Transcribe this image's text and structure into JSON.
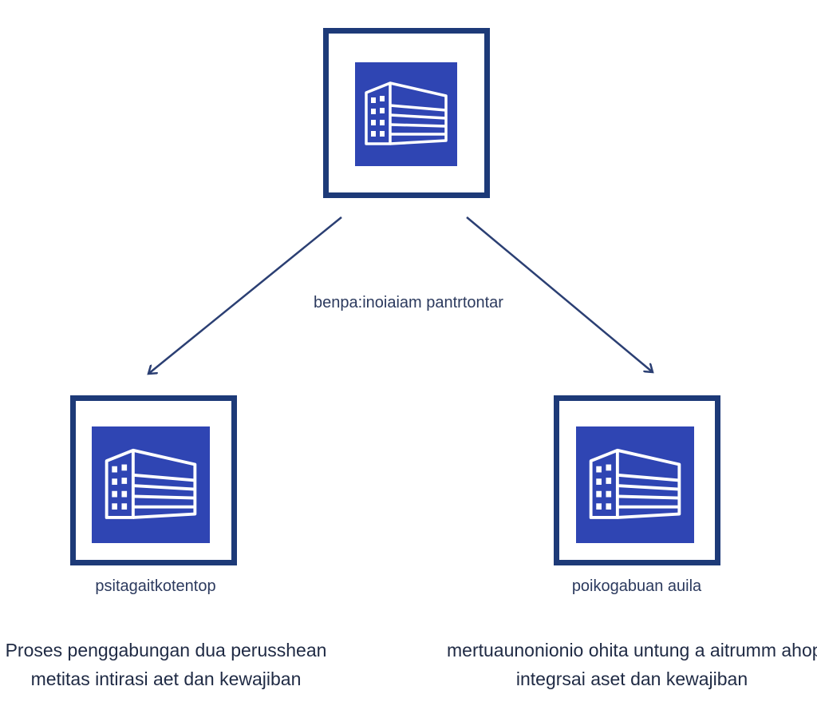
{
  "diagram": {
    "center_label": "benpa:inoiaiam pantrtontar",
    "top_node": {
      "icon": "office-building-icon"
    },
    "left_node": {
      "icon": "office-building-icon",
      "label": "psitagaitkotentop"
    },
    "right_node": {
      "icon": "office-building-icon",
      "label": "poikogabuan auila"
    },
    "left_description": {
      "line1": "Proses penggabungan dua perusshean",
      "line2": "metitas intirasi aet dan kewajiban"
    },
    "right_description": {
      "line1": "mertuaunonionio ohita untung a aitrumm ahop",
      "line2": "integrsai aset dan kewajiban"
    },
    "colors": {
      "frame": "#1d3a78",
      "icon_fill": "#2f45b3",
      "arrow": "#2b3f73",
      "text": "#2c3a5e"
    }
  }
}
